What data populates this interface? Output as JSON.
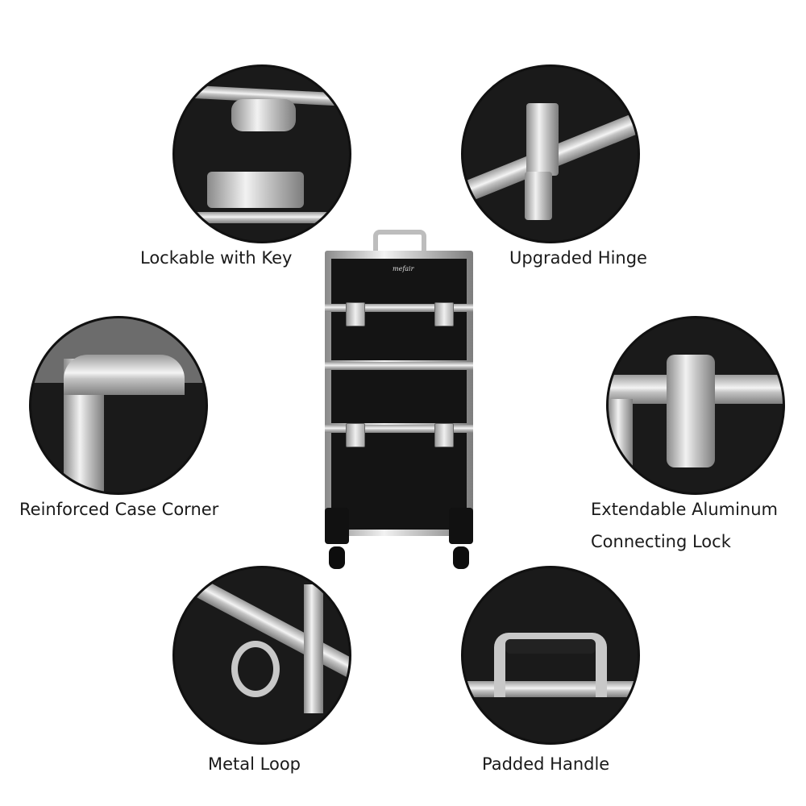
{
  "product": {
    "logo_text": "mefair",
    "colors": {
      "case_body": "#141414",
      "trim": "#d8d8d8",
      "background": "#ffffff"
    }
  },
  "callouts": [
    {
      "id": "lockable",
      "label": "Lockable with Key"
    },
    {
      "id": "hinge",
      "label": "Upgraded Hinge"
    },
    {
      "id": "corner",
      "label": "Reinforced Case Corner"
    },
    {
      "id": "lock",
      "label_line1": "Extendable Aluminum",
      "label_line2": "Connecting Lock"
    },
    {
      "id": "loop",
      "label": "Metal Loop"
    },
    {
      "id": "handle",
      "label": "Padded Handle"
    }
  ]
}
